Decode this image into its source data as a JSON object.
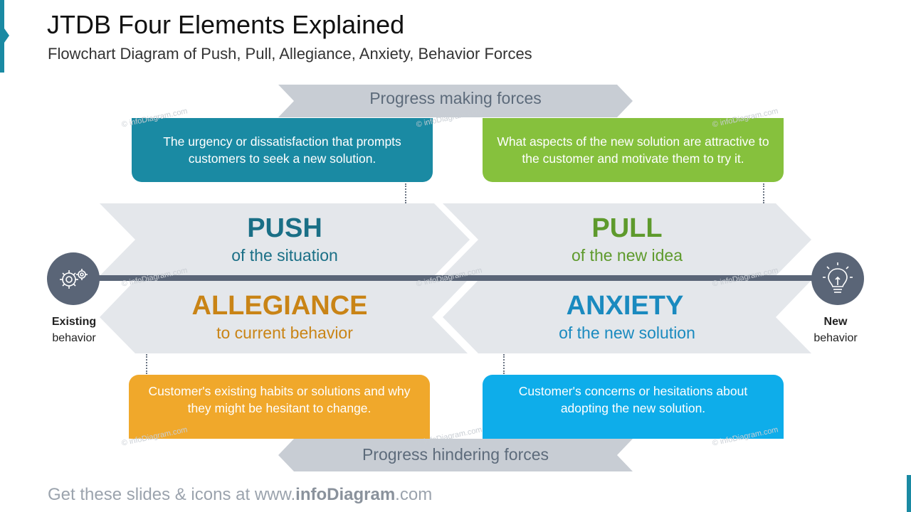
{
  "title": "JTDB Four Elements Explained",
  "subtitle": "Flowchart Diagram of Push, Pull, Allegiance, Anxiety, Behavior Forces",
  "bands": {
    "top": "Progress making forces",
    "bottom": "Progress hindering forces"
  },
  "forces": {
    "push": {
      "title": "PUSH",
      "subtitle": "of the situation",
      "description": "The urgency or dissatisfaction that prompts customers to seek a new solution.",
      "color": "#1a6f86"
    },
    "pull": {
      "title": "PULL",
      "subtitle": "of the new idea",
      "description": "What aspects of the new solution are attractive to the customer and motivate them to try it.",
      "color": "#5e9a2c"
    },
    "allegiance": {
      "title": "ALLEGIANCE",
      "subtitle": "to current behavior",
      "description": "Customer's existing habits or solutions and why they might be hesitant to change.",
      "color": "#c98416"
    },
    "anxiety": {
      "title": "ANXIETY",
      "subtitle": "of the new solution",
      "description": "Customer's concerns or hesitations about adopting the new solution.",
      "color": "#1a8abf"
    }
  },
  "endpoints": {
    "existing": {
      "line1": "Existing",
      "line2": "behavior",
      "icon": "gears-icon"
    },
    "new": {
      "line1": "New",
      "line2": "behavior",
      "icon": "lightbulb-icon"
    }
  },
  "watermark": "© infoDiagram.com",
  "footer": {
    "prefix": "Get these slides & icons at www.",
    "brand": "infoDiagram",
    "suffix": ".com"
  }
}
